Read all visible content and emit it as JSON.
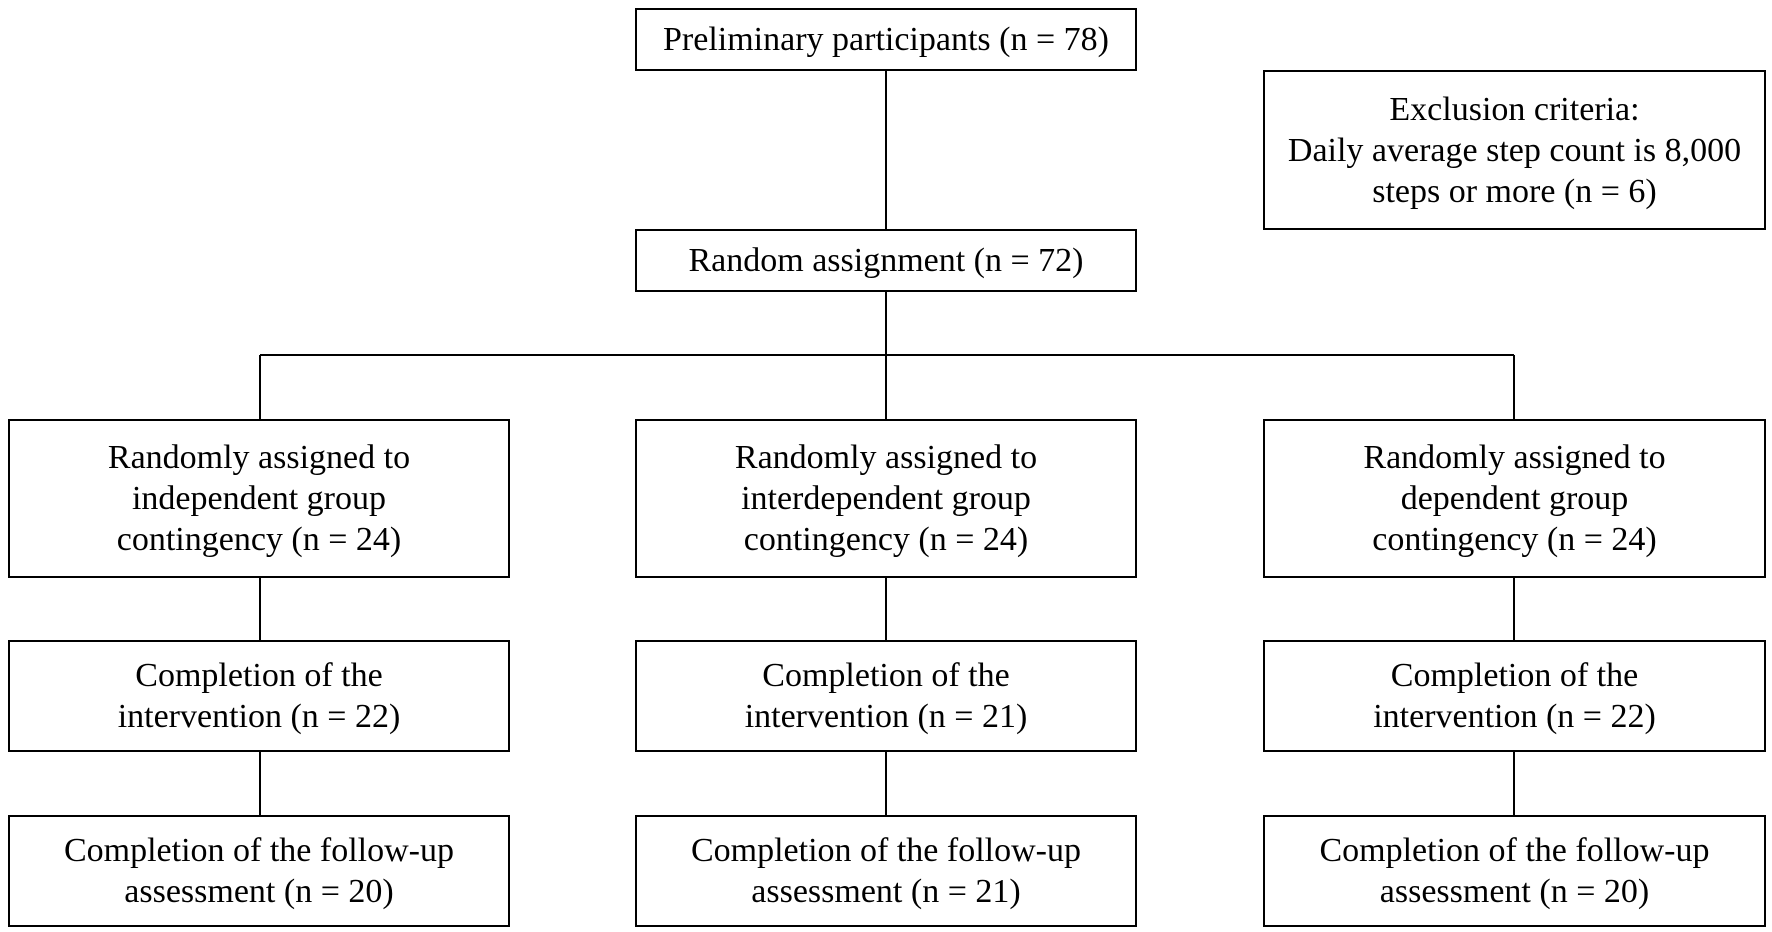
{
  "flowchart": {
    "preliminary": "Preliminary participants (n = 78)",
    "exclusion": "Exclusion criteria:\nDaily average step count is 8,000\nsteps or more (n = 6)",
    "random_assignment": "Random assignment (n = 72)",
    "groups": [
      {
        "assigned": "Randomly assigned to\nindependent group\ncontingency (n = 24)",
        "intervention": "Completion of the\nintervention (n = 22)",
        "followup": "Completion of the follow-up\nassessment (n = 20)"
      },
      {
        "assigned": "Randomly assigned to\ninterdependent group\ncontingency (n = 24)",
        "intervention": "Completion of the\nintervention (n = 21)",
        "followup": "Completion of the follow-up\nassessment (n = 21)"
      },
      {
        "assigned": "Randomly assigned to\ndependent group\ncontingency (n = 24)",
        "intervention": "Completion of the\nintervention (n = 22)",
        "followup": "Completion of the follow-up\nassessment (n = 20)"
      }
    ]
  }
}
